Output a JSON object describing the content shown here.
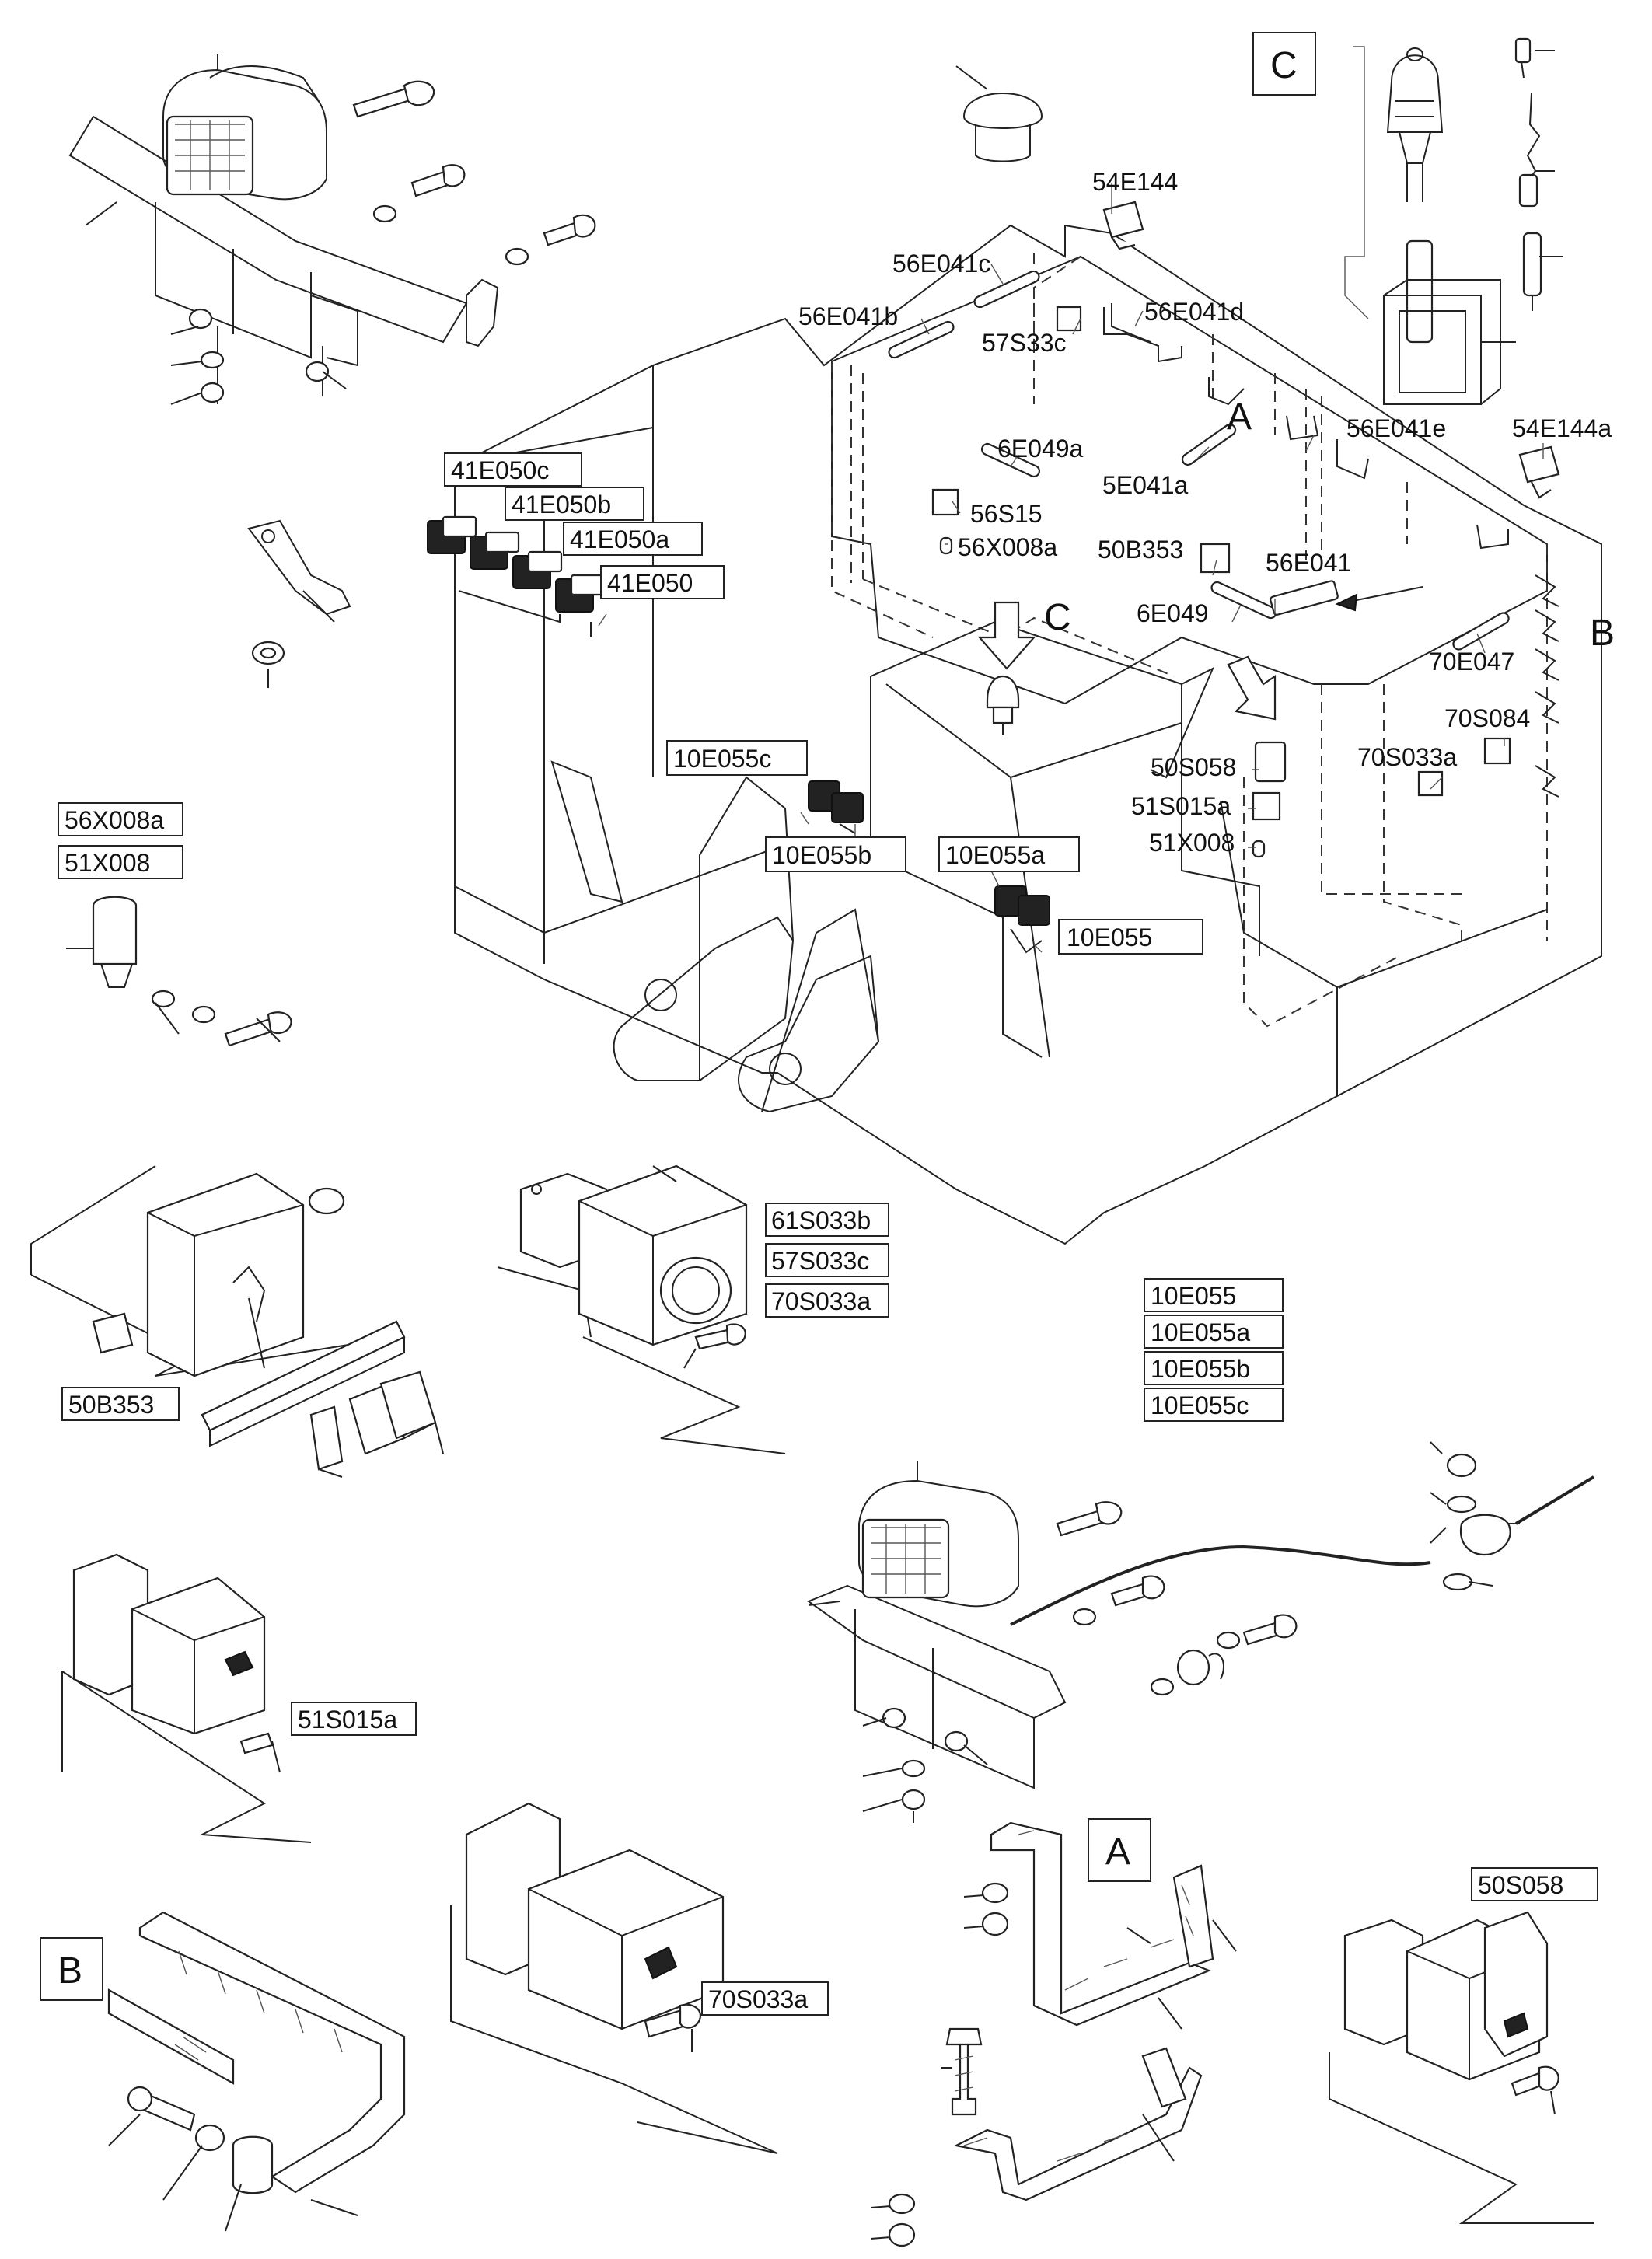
{
  "labels": {
    "l_54E144": "54E144",
    "l_56E041c": "56E041c",
    "l_56E041b": "56E041b",
    "l_57S33c": "57S33c",
    "l_56E041d": "56E041d",
    "l_A_main": "A",
    "l_56E041e": "56E041e",
    "l_54E144a": "54E144a",
    "l_6E049a": "6E049a",
    "l_5E041a": "5E041a",
    "l_56S15": "56S15",
    "l_56X008a_main": "56X008a",
    "l_50B353_main": "50B353",
    "l_56E041": "56E041",
    "l_6E049": "6E049",
    "l_C_main": "C",
    "l_B_main": "B",
    "l_70E047": "70E047",
    "l_70S084": "70S084",
    "l_70S033a_main": "70S033a",
    "l_50S058_main": "50S058",
    "l_51S015a_main": "51S015a",
    "l_51X008_main": "51X008"
  },
  "boxed": {
    "b_41E050c": "41E050c",
    "b_41E050b": "41E050b",
    "b_41E050a": "41E050a",
    "b_41E050": "41E050",
    "b_10E055c": "10E055c",
    "b_10E055b": "10E055b",
    "b_10E055a": "10E055a",
    "b_10E055": "10E055",
    "b_56X008a": "56X008a",
    "b_51X008": "51X008",
    "b_61S033b": "61S033b",
    "b_57S033c": "57S033c",
    "b_70S033a_1": "70S033a",
    "b_50B353": "50B353",
    "b_g_10E055": "10E055",
    "b_g_10E055a": "10E055a",
    "b_g_10E055b": "10E055b",
    "b_g_10E055c": "10E055c",
    "b_51S015a": "51S015a",
    "b_70S033a_2": "70S033a",
    "b_50S058": "50S058",
    "b_C": "C",
    "b_A": "A",
    "b_B": "B"
  }
}
